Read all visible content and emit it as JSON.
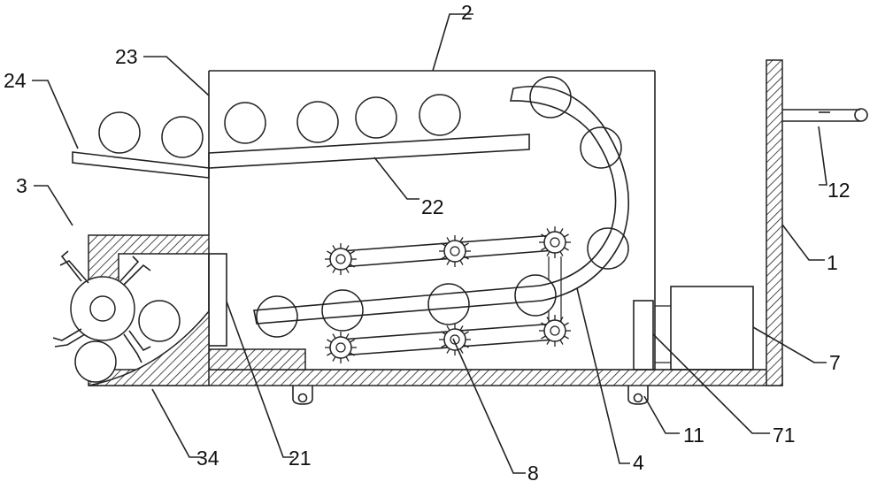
{
  "figure": {
    "type": "patent-line-drawing",
    "description": "mechanical apparatus with frame, housing, ramps, chain conveyors and balls"
  },
  "labels": {
    "l1": "1",
    "l2": "2",
    "l3": "3",
    "l4": "4",
    "l7": "7",
    "l8": "8",
    "l11": "11",
    "l12": "12",
    "l21": "21",
    "l22": "22",
    "l23": "23",
    "l24": "24",
    "l34": "34",
    "l71": "71"
  },
  "colors": {
    "line": "#222222",
    "background": "#ffffff"
  }
}
